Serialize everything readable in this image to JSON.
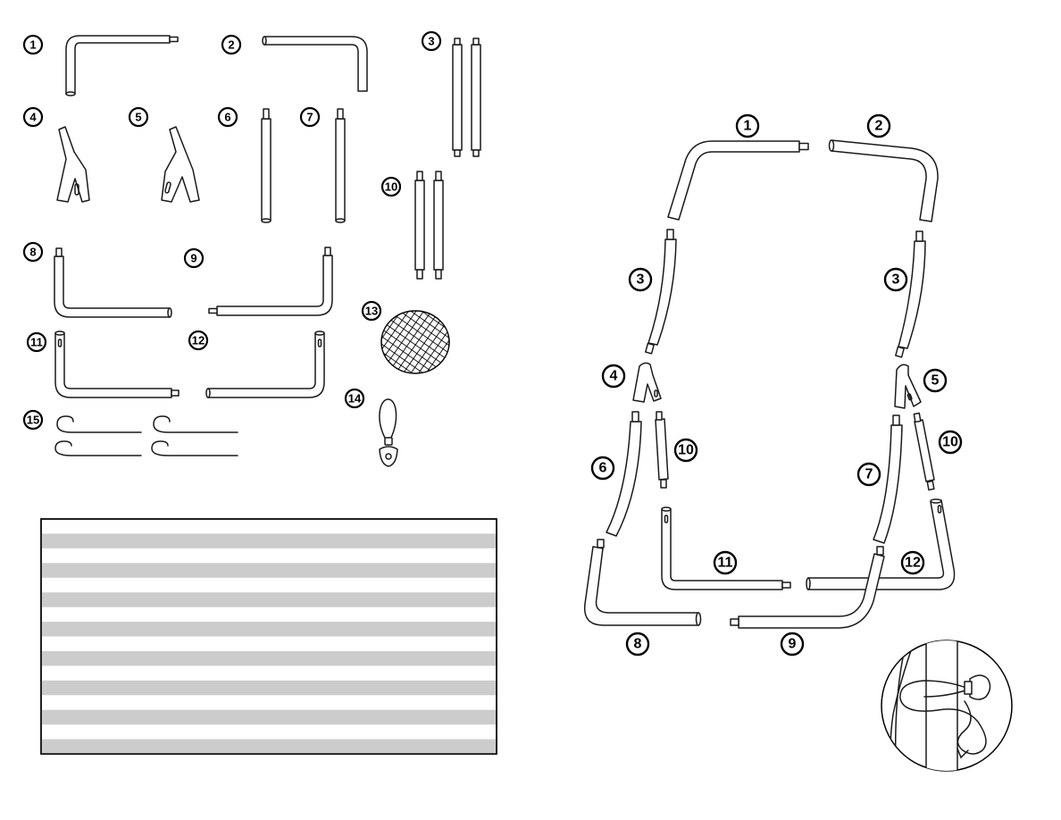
{
  "parts_list": [
    "1",
    "2",
    "3",
    "4",
    "5",
    "6",
    "7",
    "8",
    "9",
    "10",
    "11",
    "12",
    "13",
    "14",
    "15"
  ],
  "assembly_labels": {
    "top_left": "1",
    "top_right": "2",
    "left_upright": "3",
    "right_upright": "3",
    "left_y": "4",
    "right_y": "5",
    "left_insert": "10",
    "right_insert": "10",
    "left_leg": "6",
    "right_leg": "7",
    "front_base": "11",
    "rear_base": "12",
    "bottom_left": "8",
    "bottom_right": "9"
  },
  "table": {
    "row_count": 16,
    "stripe_color": "#cccccc",
    "border_color": "#000000"
  },
  "colors": {
    "line": "#1a1a1a",
    "background": "#ffffff"
  }
}
